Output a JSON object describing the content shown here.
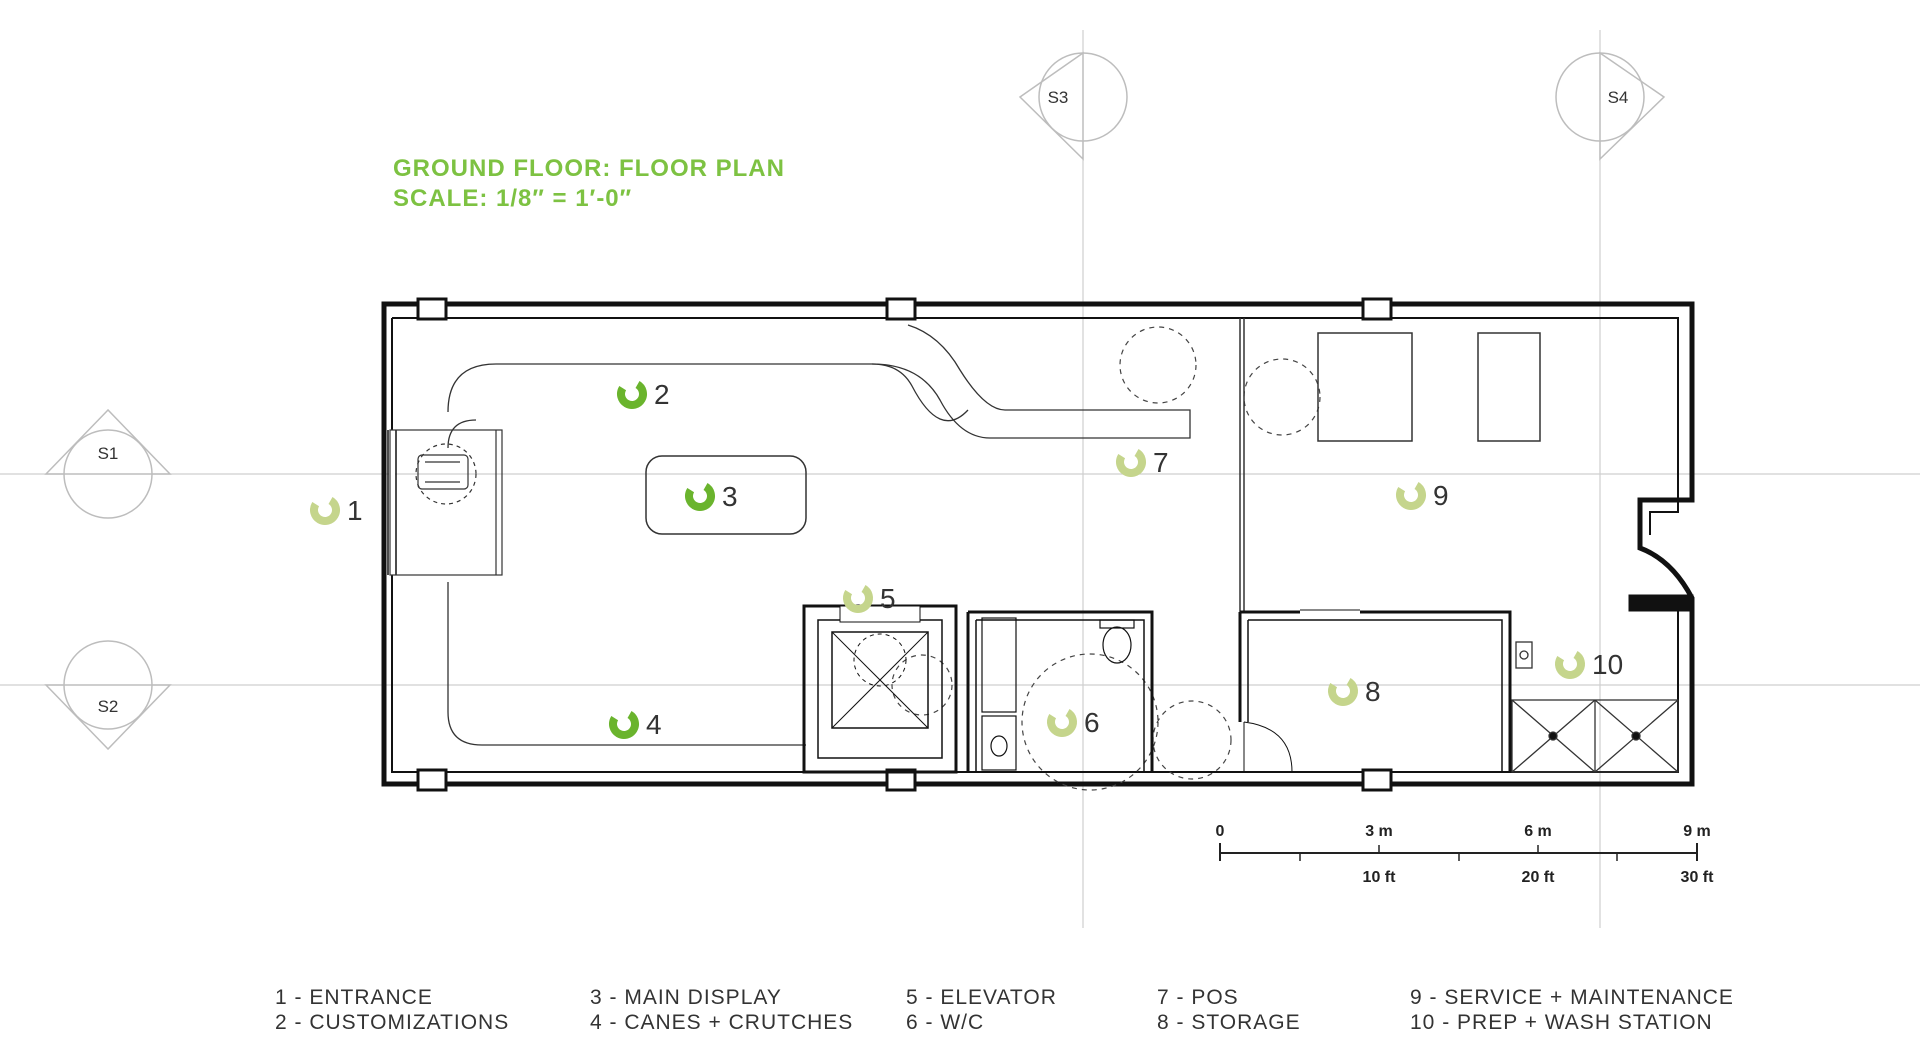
{
  "title": {
    "line1": "GROUND FLOOR: FLOOR PLAN",
    "line2": "SCALE: 1/8″ = 1′-0″"
  },
  "section_markers": [
    "S1",
    "S2",
    "S3",
    "S4"
  ],
  "room_tags": [
    "1",
    "2",
    "3",
    "4",
    "5",
    "6",
    "7",
    "8",
    "9",
    "10"
  ],
  "scale_bar": {
    "top_labels": [
      "0",
      "3 m",
      "6 m",
      "9 m"
    ],
    "bottom_labels": [
      "10 ft",
      "20 ft",
      "30 ft"
    ]
  },
  "legend": [
    "1 - ENTRANCE",
    "2 - CUSTOMIZATIONS",
    "3 - MAIN DISPLAY",
    "4 - CANES + CRUTCHES",
    "5 - ELEVATOR",
    "6 - W/C",
    "7 - POS",
    "8 - STORAGE",
    "9 - SERVICE + MAINTENANCE",
    "10 - PREP + WASH STATION"
  ],
  "colors": {
    "tag_dark": "#6ab42d",
    "tag_light": "#c5d58c",
    "title": "#7dc242",
    "wall": "#111111",
    "grid": "#cccccc"
  }
}
